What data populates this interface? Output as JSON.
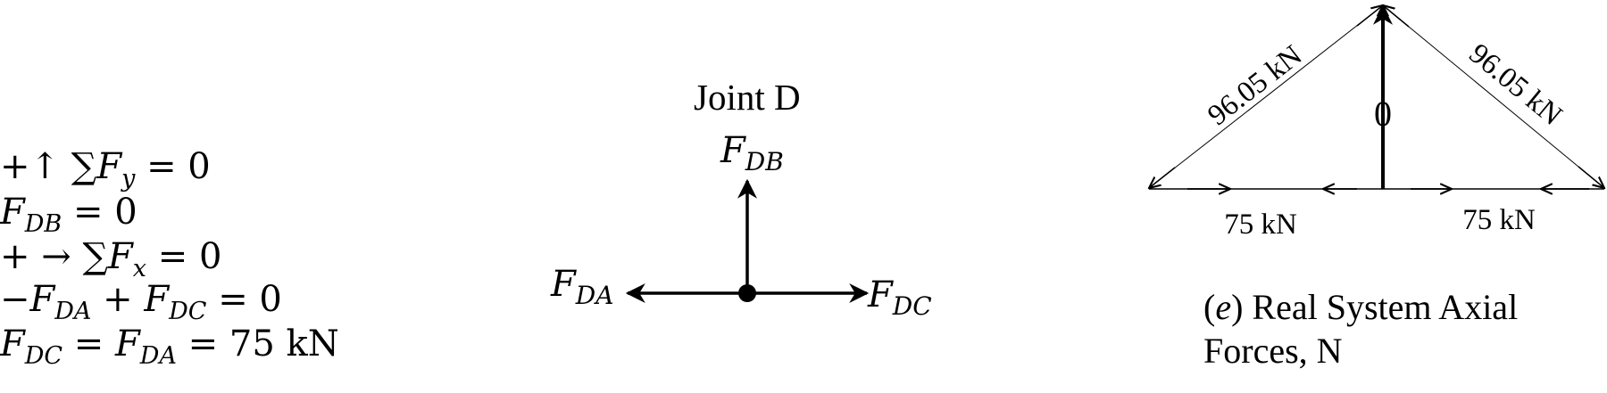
{
  "equations": {
    "eq1": {
      "prefix": "+↑ ∑",
      "var": "F",
      "sub": "y",
      "rhs": "= 0"
    },
    "eq2": {
      "var": "F",
      "sub": "DB",
      "rhs": "= 0"
    },
    "eq3": {
      "prefix": "+ → ∑",
      "var": "F",
      "sub": "x",
      "rhs": "= 0"
    },
    "eq4": {
      "sign1": "−",
      "var1": "F",
      "sub1": "DA",
      "sign2": "+",
      "var2": "F",
      "sub2": "DC",
      "rhs": "= 0"
    },
    "eq5": {
      "var1": "F",
      "sub1": "DC",
      "mid": "=",
      "var2": "F",
      "sub2": "DA",
      "rhs": "= 75 kN"
    }
  },
  "joint": {
    "title": "Joint D",
    "up": {
      "var": "F",
      "sub": "DB"
    },
    "left": {
      "var": "F",
      "sub": "DA"
    },
    "right": {
      "var": "F",
      "sub": "DC"
    }
  },
  "truss": {
    "left_diagonal": "96.05 kN",
    "right_diagonal": "96.05 kN",
    "vertical": "0",
    "bottom_left": "75 kN",
    "bottom_right": "75 kN"
  },
  "caption": {
    "label": "e",
    "line1": "Real System Axial",
    "line2": "Forces, N"
  }
}
